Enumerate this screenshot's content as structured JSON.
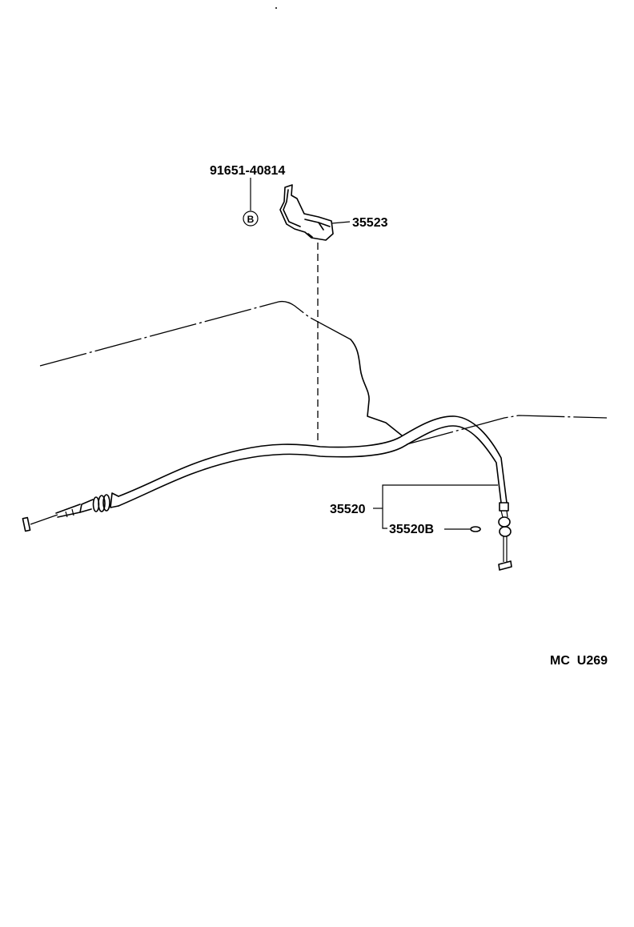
{
  "labels": {
    "bolt_part": "91651-40814",
    "bolt_code": "B",
    "clamp_part": "35523",
    "cable_part": "35520",
    "cable_sub_part": "35520B",
    "figure_code": "MC  U269"
  }
}
